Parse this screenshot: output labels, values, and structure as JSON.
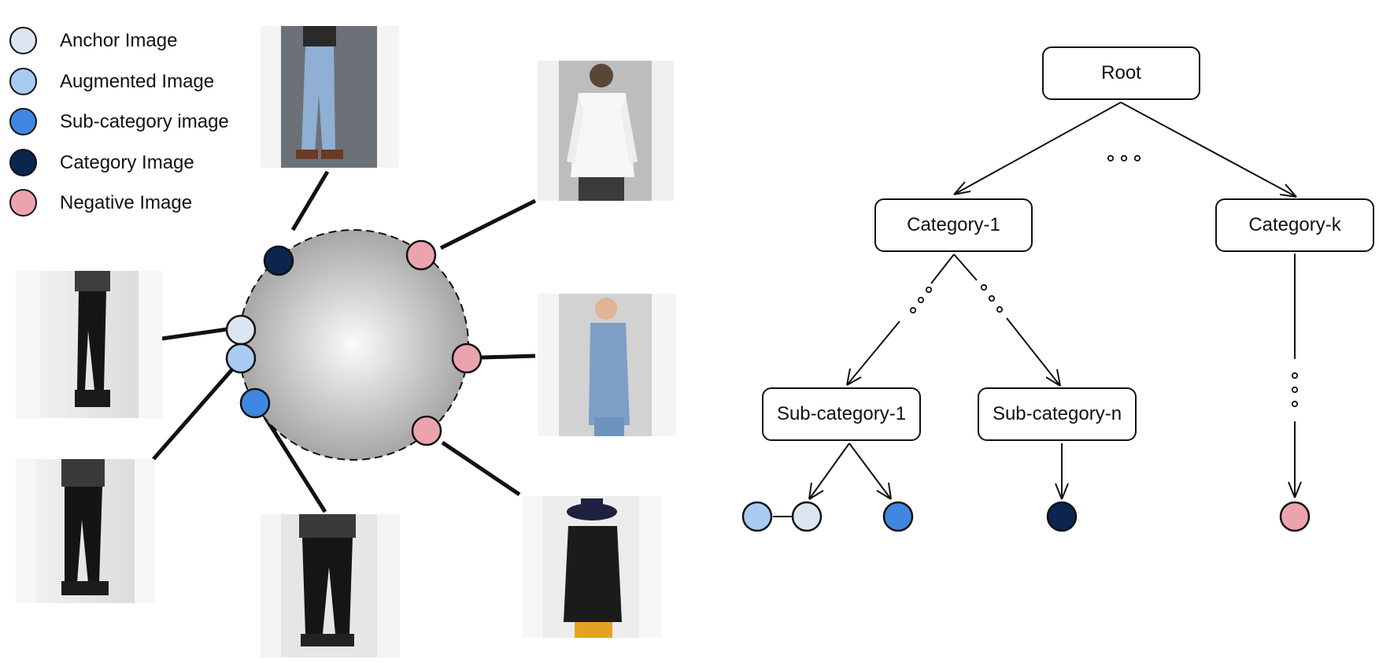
{
  "colors": {
    "anchor": "#dbe6f2",
    "augmented": "#a9cbf1",
    "subcategory": "#3f87e0",
    "category": "#0b2550",
    "negative": "#eba4ae"
  },
  "legend": [
    {
      "label": "Anchor Image",
      "color": "#dbe6f2"
    },
    {
      "label": "Augmented Image",
      "color": "#a9cbf1"
    },
    {
      "label": "Sub-category image",
      "color": "#3f87e0"
    },
    {
      "label": "Category Image",
      "color": "#0b2550"
    },
    {
      "label": "Negative Image",
      "color": "#eba4ae"
    }
  ],
  "tree": {
    "root": "Root",
    "category_1": "Category-1",
    "category_k": "Category-k",
    "subcategory_1": "Sub-category-1",
    "subcategory_n": "Sub-category-n"
  },
  "photos": [
    "photo-jeans-legs",
    "photo-white-longsleeve-back",
    "photo-black-pants-side",
    "photo-blue-tshirt-side",
    "photo-black-pants-side-2",
    "photo-black-pants-back",
    "photo-woman-hat-coat-back"
  ]
}
